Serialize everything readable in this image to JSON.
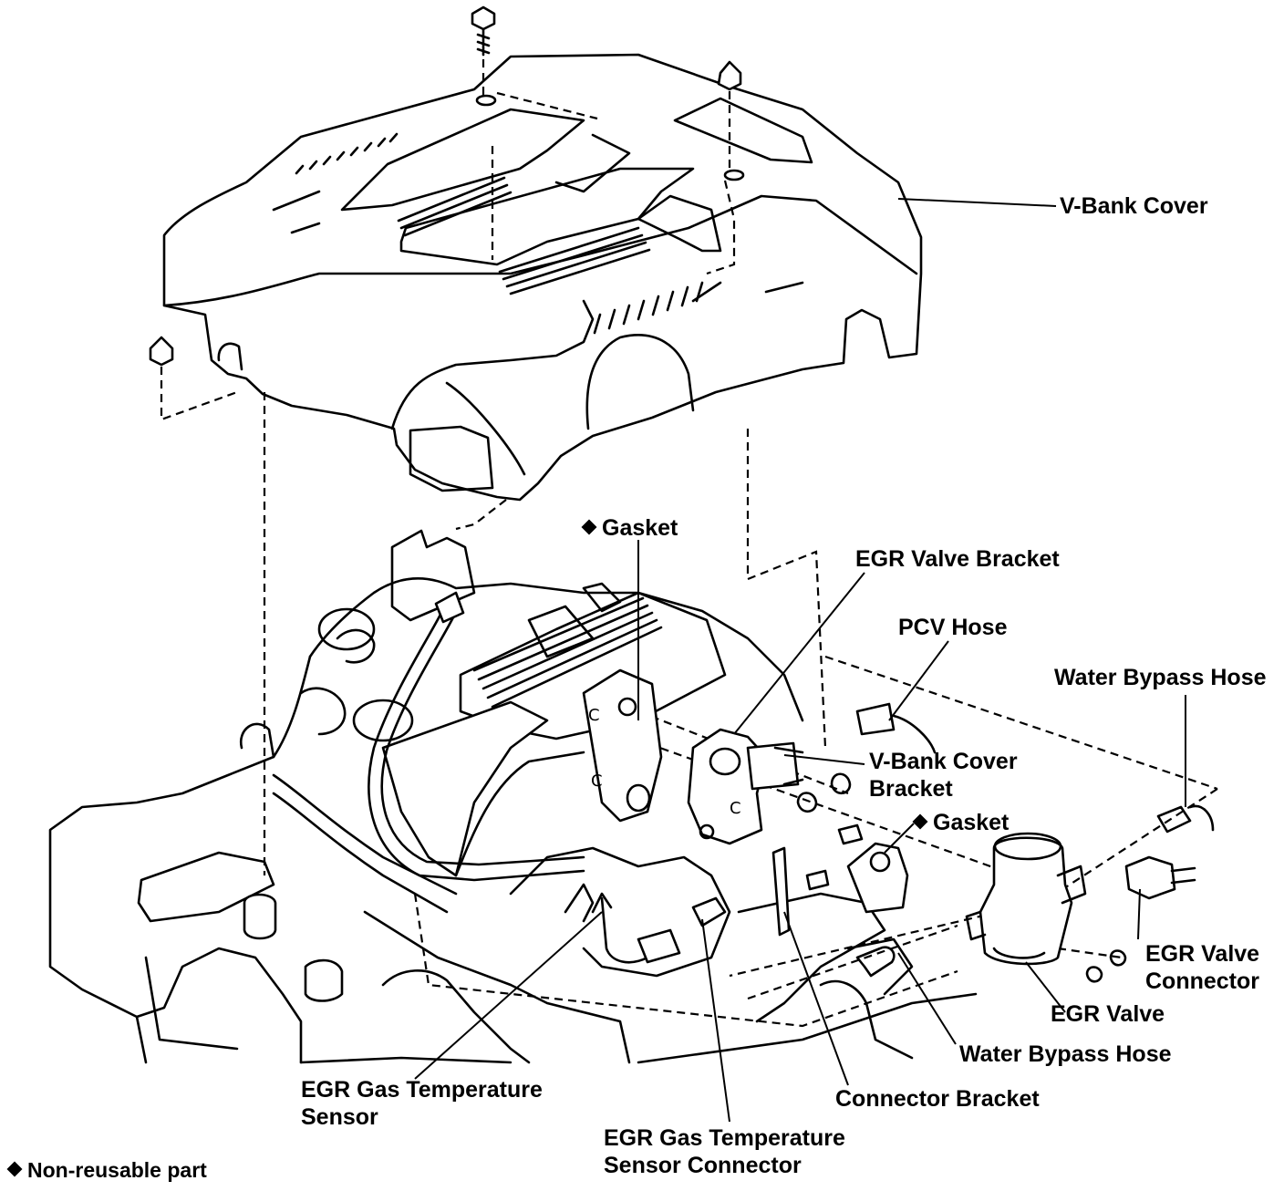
{
  "labels": {
    "v_bank_cover": "V-Bank Cover",
    "gasket_top": "Gasket",
    "egr_valve_bracket": "EGR Valve Bracket",
    "pcv_hose": "PCV Hose",
    "water_bypass_hose_top": "Water Bypass Hose",
    "v_bank_cover_bracket": [
      "V-Bank Cover",
      "Bracket"
    ],
    "gasket_right": "Gasket",
    "egr_valve_connector": [
      "EGR Valve",
      "Connector"
    ],
    "egr_valve": "EGR Valve",
    "water_bypass_hose_bottom": "Water Bypass Hose",
    "connector_bracket": "Connector Bracket",
    "egr_gas_temp_sensor": [
      "EGR Gas Temperature",
      "Sensor"
    ],
    "egr_gas_temp_sensor_connector": [
      "EGR Gas Temperature",
      "Sensor Connector"
    ]
  },
  "legend": {
    "symbol": "diamond-icon",
    "text": "Non-reusable part"
  }
}
